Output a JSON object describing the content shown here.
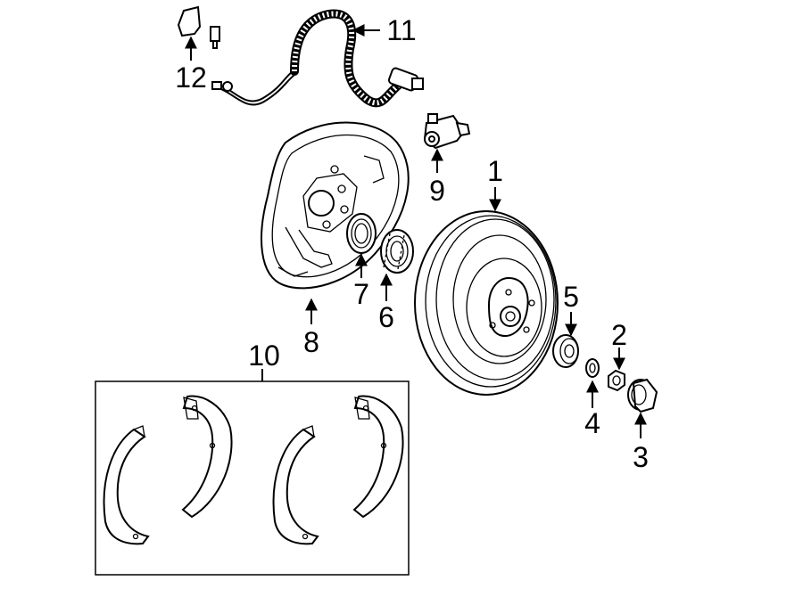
{
  "diagram": {
    "callouts": [
      {
        "id": "1",
        "text": "1"
      },
      {
        "id": "2",
        "text": "2"
      },
      {
        "id": "3",
        "text": "3"
      },
      {
        "id": "4",
        "text": "4"
      },
      {
        "id": "5",
        "text": "5"
      },
      {
        "id": "6",
        "text": "6"
      },
      {
        "id": "7",
        "text": "7"
      },
      {
        "id": "8",
        "text": "8"
      },
      {
        "id": "9",
        "text": "9"
      },
      {
        "id": "10",
        "text": "10"
      },
      {
        "id": "11",
        "text": "11"
      },
      {
        "id": "12",
        "text": "12"
      }
    ],
    "line_color": "#000000",
    "background": "#ffffff"
  }
}
